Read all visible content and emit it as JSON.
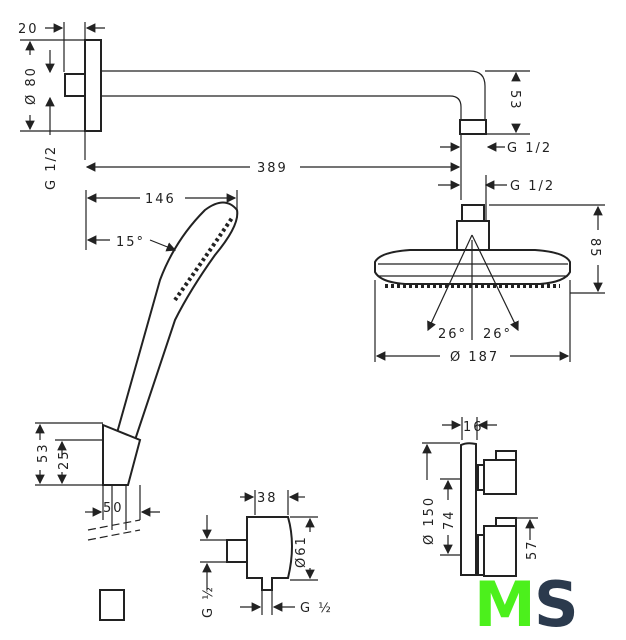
{
  "dimensions": {
    "shower_arm": {
      "flange_depth": "20",
      "flange_diameter": "Ø 80",
      "thread_left": "G 1/2",
      "length": "389",
      "drop": "53",
      "thread_right": "G 1/2"
    },
    "overhead_shower": {
      "thread": "G 1/2",
      "height": "85",
      "spray_angle_left": "26°",
      "spray_angle_right": "26°",
      "diameter": "Ø 187"
    },
    "hand_shower": {
      "length": "146",
      "angle": "15°",
      "holder_height": "53",
      "holder_offset": "25",
      "holder_width": "50"
    },
    "wall_outlet": {
      "depth": "38",
      "diameter": "Ø61",
      "thread_left": "G ½",
      "thread_bottom": "G ½"
    },
    "mixer": {
      "depth": "16",
      "diameter": "Ø 150",
      "spacing": "74",
      "handle_height": "57"
    }
  },
  "logo": {
    "text_m": "M",
    "text_s": "S",
    "color_m": "#4cf01c",
    "color_s": "#2b3a4d"
  }
}
